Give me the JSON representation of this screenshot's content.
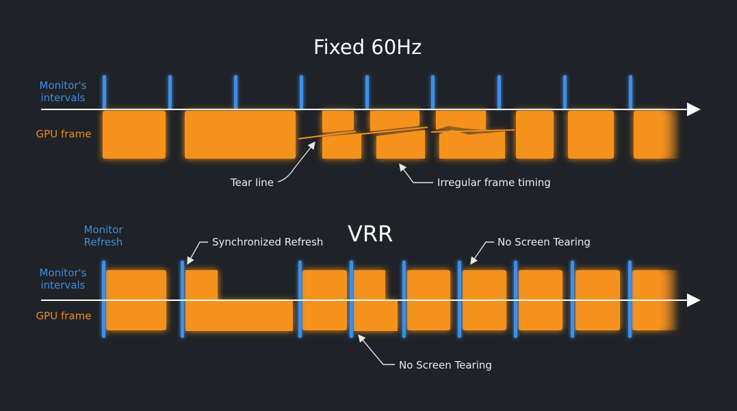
{
  "titles": {
    "fixed": "Fixed 60Hz",
    "vrr": "VRR"
  },
  "labels": {
    "monitors_intervals_top": "Monitor's intervals",
    "gpu_frame_top": "GPU frame",
    "monitor_refresh": "Monitor Refresh",
    "monitors_intervals_bottom": "Monitor's intervals",
    "gpu_frame_bottom": "GPU frame"
  },
  "annotations": {
    "tear_line": "Tear line",
    "irregular_frame_timing": "Irregular frame timing",
    "synchronized_refresh": "Synchronized Refresh",
    "no_screen_tearing_top": "No Screen Tearing",
    "no_screen_tearing_bottom": "No Screen Tearing"
  },
  "colors": {
    "background": "#1f2227",
    "monitor_tick": "#3d8fe8",
    "gpu_frame": "#f5921e",
    "axis": "#ffffff",
    "label_blue": "#3d8fe8",
    "label_orange": "#f08c1a"
  }
}
